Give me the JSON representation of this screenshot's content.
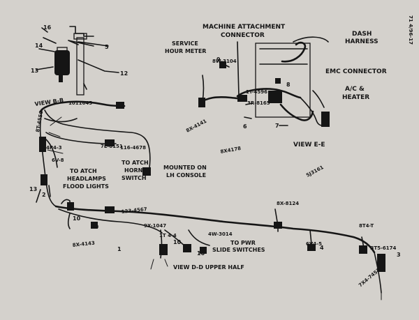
{
  "labels": {
    "service_hour_meter": [
      "SERVICE",
      "HOUR METER"
    ],
    "machine_attachment_connector": [
      "MACHINE ATTACHMENT",
      "CONNECTOR"
    ],
    "dash_harness": [
      "DASH",
      "HARNESS"
    ],
    "emc_connector": "EMC CONNECTOR",
    "ac_heater": [
      "A/C &",
      "HEATER"
    ],
    "view_e_e": "VIEW E-E",
    "to_attch_headlamps": [
      "TO ATCH",
      "HEADLAMPS",
      "FLOOD LIGHTS"
    ],
    "to_attch_horn_switch": [
      "TO ATCH",
      "HORN",
      "SWITCH"
    ],
    "mounted_on_lh_console": [
      "MOUNTED ON",
      "LH CONSOLE"
    ],
    "to_pwr_slide_switches": [
      "TO PWR",
      "SLIDE SWITCHES"
    ],
    "view_d_d_upper_half": "VIEW D-D UPPER HALF",
    "view_b_b": "VIEW B-B"
  },
  "callouts": {
    "c16": "16",
    "c14": "14",
    "c5": "5",
    "c13a": "13",
    "c12": "12",
    "c9": "9",
    "c8": "8",
    "c6": "6",
    "c7": "7",
    "c4": "4",
    "c3": "3",
    "c1": "1",
    "c10a": "10",
    "c10b": "10",
    "c10c": "10",
    "c10d": "10",
    "c13b": "13",
    "c2": "2"
  },
  "part_numbers": {
    "pn1": "1011645",
    "pn2": "116-4678",
    "pn3": "8X-4141",
    "pn4": "8X4178",
    "pn5": "5J3161",
    "pn6": "123-4567",
    "pn7": "8X-4143",
    "pn8": "8X-8124",
    "pn9": "7X4-7452",
    "pn10": "7L-8151",
    "pn11": "8T-4556",
    "pn12": "6V-8",
    "pn13": "4P4-3",
    "pn14": "8W-3104",
    "pn15": "6V4-5",
    "pn16": "8T4-T",
    "pn17": "BT5-6174",
    "pn18": "1T-4596",
    "pn19": "3R-8165",
    "pn20": "4W-3014",
    "pn21": "9X-1047",
    "pn22": "1T 4-4"
  },
  "corner_marks": {
    "top_right": "71 4/96-17"
  }
}
